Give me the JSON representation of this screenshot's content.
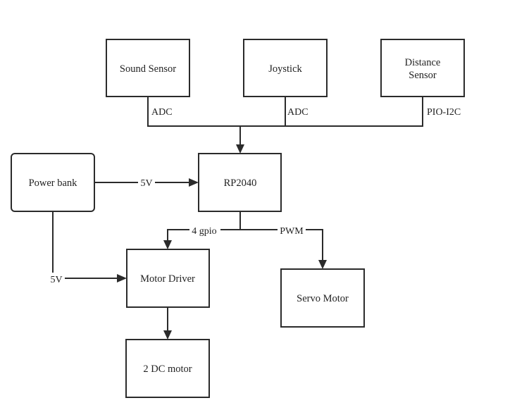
{
  "blocks": {
    "sound_sensor": "Sound Sensor",
    "joystick": "Joystick",
    "distance_sensor_line1": "Distance",
    "distance_sensor_line2": "Sensor",
    "power_bank": "Power bank",
    "rp2040": "RP2040",
    "motor_driver": "Motor Driver",
    "servo_motor": "Servo Motor",
    "dc_motor": "2 DC motor"
  },
  "connections": {
    "sound_to_mcu": "ADC",
    "joystick_to_mcu": "ADC",
    "distance_to_mcu": "PIO-I2C",
    "power_to_mcu": "5V",
    "power_to_driver": "5V",
    "mcu_to_driver": "4 gpio",
    "mcu_to_servo": "PWM"
  }
}
